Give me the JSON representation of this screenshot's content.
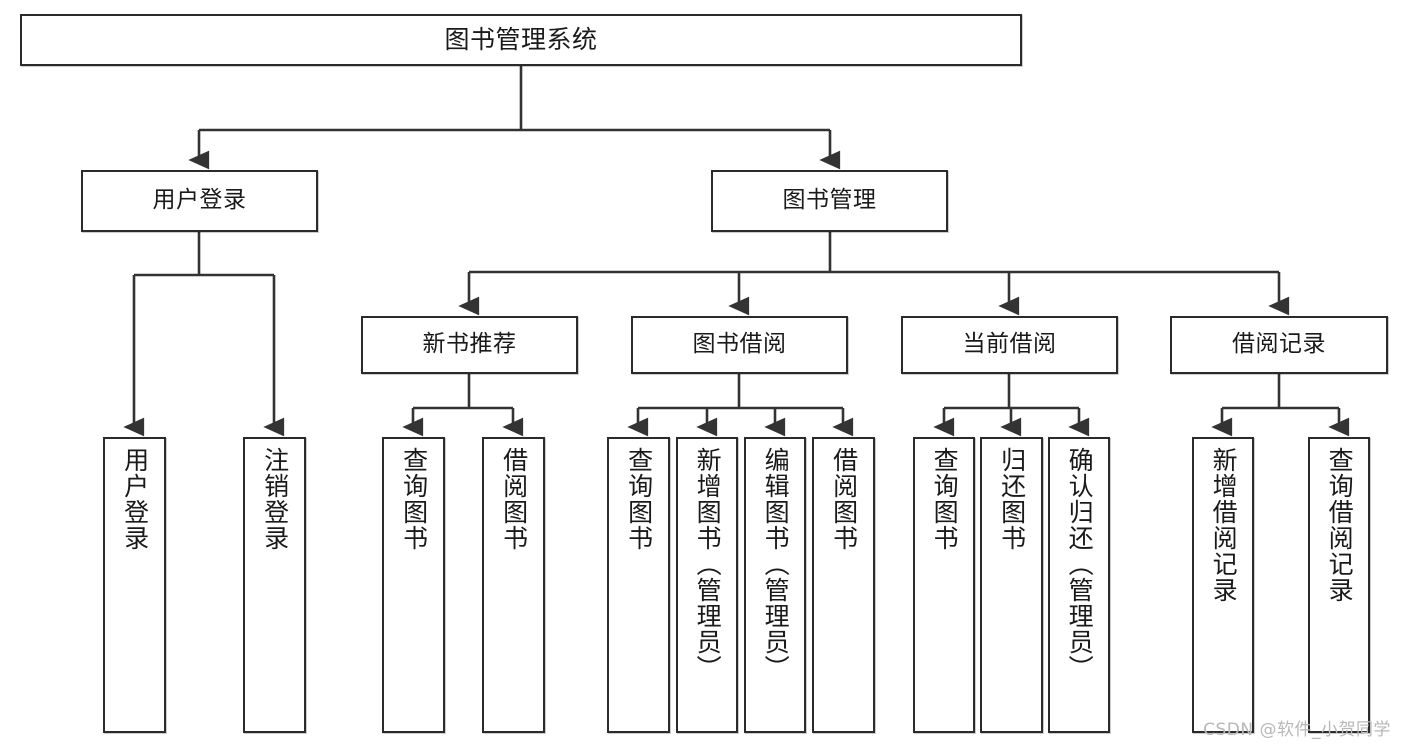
{
  "diagram": {
    "title": "图书管理系统",
    "type": "hierarchy-tree",
    "watermark": "CSDN @软件_小贺同学",
    "colors": {
      "box_border": "#2b2b2b",
      "box_fill": "#ffffff",
      "edge": "#333333",
      "text": "#1a1a1a",
      "watermark": "#b8b8b8"
    },
    "levels": {
      "level1_label": "图书管理系统",
      "level2_labels": [
        "用户登录",
        "图书管理"
      ],
      "level3_labels": [
        "新书推荐",
        "图书借阅",
        "当前借阅",
        "借阅记录"
      ]
    },
    "nodes": {
      "root": {
        "label": "图书管理系统"
      },
      "user_login": {
        "label": "用户登录"
      },
      "book_manage": {
        "label": "图书管理"
      },
      "new_book_rec": {
        "label": "新书推荐"
      },
      "book_borrow": {
        "label": "图书借阅"
      },
      "current_borrow": {
        "label": "当前借阅"
      },
      "borrow_record": {
        "label": "借阅记录"
      },
      "leaf_user_login": {
        "label": "用户登录"
      },
      "leaf_logout": {
        "label": "注销登录"
      },
      "leaf_query_book_a": {
        "label": "查询图书"
      },
      "leaf_borrow_book_a": {
        "label": "借阅图书"
      },
      "leaf_query_book_b": {
        "label": "查询图书"
      },
      "leaf_add_book": {
        "label": "新增图书（管理员）"
      },
      "leaf_edit_book": {
        "label": "编辑图书（管理员）"
      },
      "leaf_borrow_book_b": {
        "label": "借阅图书"
      },
      "leaf_query_book_c": {
        "label": "查询图书"
      },
      "leaf_return_book": {
        "label": "归还图书"
      },
      "leaf_confirm_return": {
        "label": "确认归还（管理员）"
      },
      "leaf_add_record": {
        "label": "新增借阅记录"
      },
      "leaf_query_record": {
        "label": "查询借阅记录"
      }
    }
  }
}
